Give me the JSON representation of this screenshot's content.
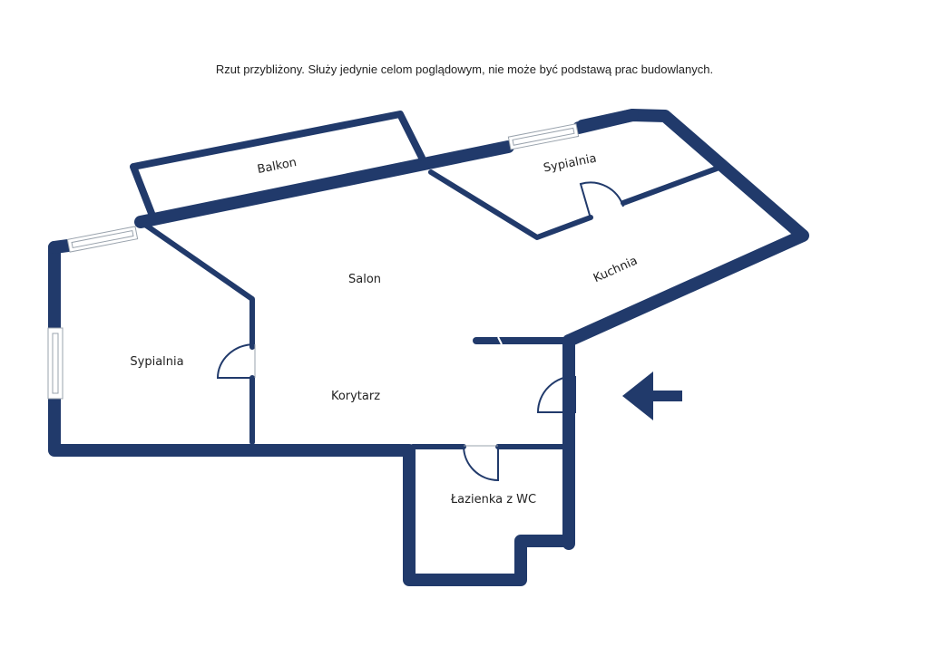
{
  "disclaimer": "Rzut przybliżony. Służy jedynie celom poglądowym, nie może być podstawą prac budowlanych.",
  "colors": {
    "wall": "#213a6b",
    "background": "#ffffff",
    "window": "#9aa3ad",
    "text": "#222222"
  },
  "rooms": {
    "balkon": "Balkon",
    "sypialnia_top": "Sypialnia",
    "salon": "Salon",
    "kuchnia": "Kuchnia",
    "sypialnia_left": "Sypialnia",
    "korytarz": "Korytarz",
    "lazienka": "Łazienka z WC"
  },
  "entrance_icon": "arrow-left-icon"
}
